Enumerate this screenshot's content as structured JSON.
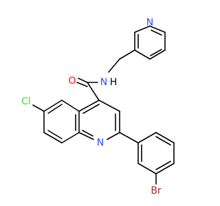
{
  "molecule": {
    "atoms": {
      "O": {
        "symbol": "O",
        "color": "#ff0d0d"
      },
      "N_amide": {
        "symbol": "N",
        "color": "#3050f8"
      },
      "H_amide": {
        "symbol": "H",
        "color": "#000000"
      },
      "N_pyridine": {
        "symbol": "N",
        "color": "#3050f8"
      },
      "N_quinoline": {
        "symbol": "N",
        "color": "#3050f8"
      },
      "Cl": {
        "symbol": "Cl",
        "color": "#1ff01f"
      },
      "Br": {
        "symbol": "Br",
        "color": "#a62929"
      }
    }
  }
}
